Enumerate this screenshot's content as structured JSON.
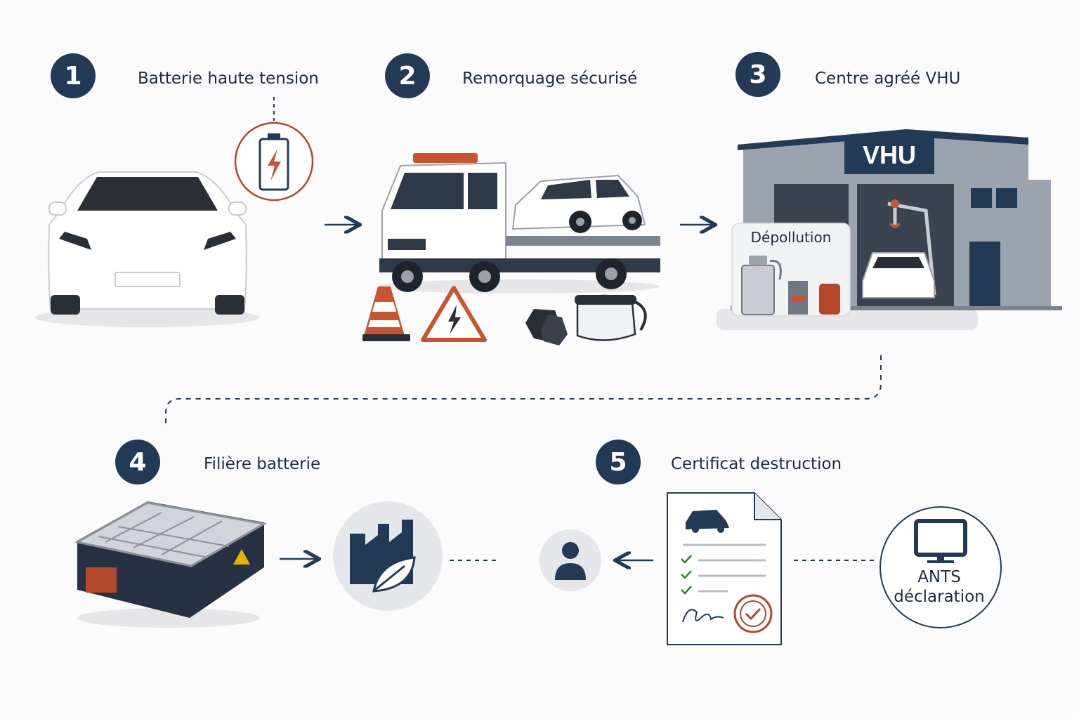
{
  "steps": [
    {
      "number": "1",
      "title": "Batterie haute tension"
    },
    {
      "number": "2",
      "title": "Remorquage sécurisé"
    },
    {
      "number": "3",
      "title": "Centre agréé VHU"
    },
    {
      "number": "4",
      "title": "Filière batterie"
    },
    {
      "number": "5",
      "title": "Certificat destruction"
    }
  ],
  "labels": {
    "vhu_sign": "VHU",
    "depollution": "Dépollution",
    "ants_line1": "ANTS",
    "ants_line2": "déclaration"
  },
  "icons": [
    "car-icon",
    "battery-icon",
    "tow-truck-icon",
    "traffic-cone-icon",
    "high-voltage-warning-icon",
    "gloves-icon",
    "face-shield-icon",
    "vhu-building-icon",
    "battery-pack-icon",
    "recycling-factory-icon",
    "person-icon",
    "certificate-document-icon",
    "computer-monitor-icon"
  ],
  "colors": {
    "navy": "#233a56",
    "accent": "#b5472a",
    "gray": "#e6e7ea"
  }
}
